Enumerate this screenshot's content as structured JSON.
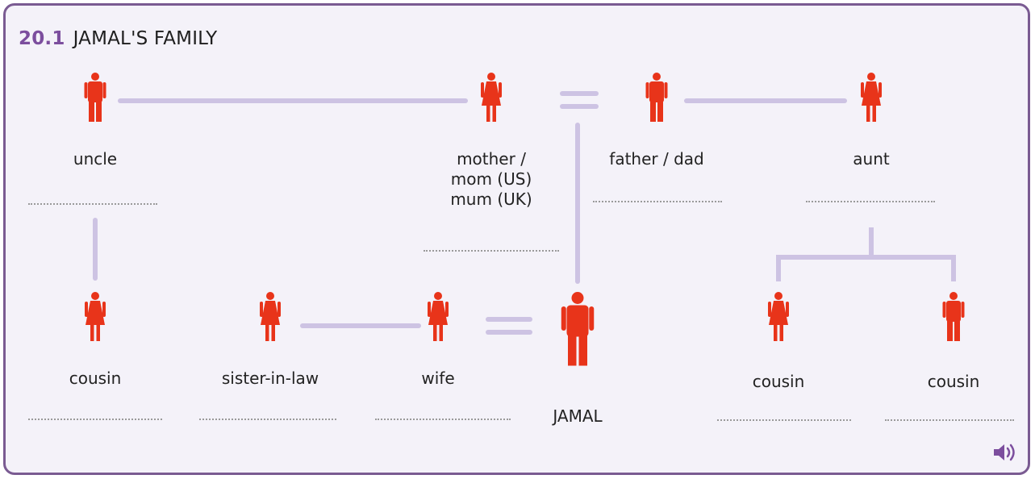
{
  "header": {
    "number": "20.1",
    "title": "JAMAL'S FAMILY"
  },
  "colors": {
    "figure": "#e8341a",
    "line": "#cdc3e3",
    "panel_border": "#7a5b92",
    "number": "#7c4e9e"
  },
  "members": [
    {
      "id": "uncle",
      "label": "uncle",
      "gender": "male"
    },
    {
      "id": "mother",
      "label": "mother /\nmom (US)\nmum (UK)",
      "gender": "female"
    },
    {
      "id": "father",
      "label": "father / dad",
      "gender": "male"
    },
    {
      "id": "aunt",
      "label": "aunt",
      "gender": "female"
    },
    {
      "id": "cousin-left",
      "label": "cousin",
      "gender": "female"
    },
    {
      "id": "sister-in-law",
      "label": "sister-in-law",
      "gender": "female"
    },
    {
      "id": "wife",
      "label": "wife",
      "gender": "female"
    },
    {
      "id": "jamal",
      "label": "JAMAL",
      "gender": "male"
    },
    {
      "id": "cousin-aunt-f",
      "label": "cousin",
      "gender": "female"
    },
    {
      "id": "cousin-aunt-m",
      "label": "cousin",
      "gender": "male"
    }
  ],
  "icons": {
    "audio": "speaker-icon"
  }
}
